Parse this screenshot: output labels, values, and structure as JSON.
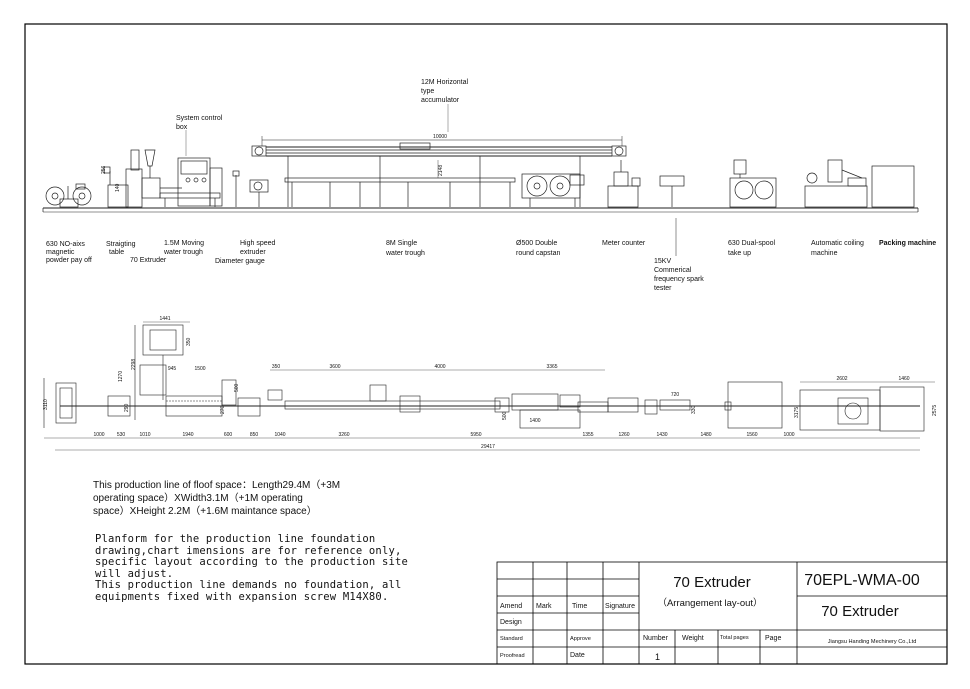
{
  "elevation_labels": {
    "payoff": [
      "630 NO-aixs",
      "magnetic",
      "powder pay off"
    ],
    "straightening_table": [
      "Straigting",
      "table"
    ],
    "extruder": "70 Extruder",
    "moving_trough": [
      "1.5M Moving",
      "water trough"
    ],
    "control_box": [
      "System control",
      "box"
    ],
    "high_speed_extruder": [
      "High speed",
      "extruder"
    ],
    "diameter_gauge": "Diameter gauge",
    "accumulator": [
      "12M Horizontal",
      "type",
      "accumulator"
    ],
    "water_trough": [
      "8M Single",
      "water trough"
    ],
    "capstan": [
      "Ø500 Double",
      "round capstan"
    ],
    "meter_counter": "Meter counter",
    "spark_tester": [
      "15KV",
      "Commerical",
      "frequency spark",
      "tester"
    ],
    "take_up": [
      "630 Dual-spool",
      "take up"
    ],
    "coiling": [
      "Automatic coiling",
      "machine"
    ],
    "packing": "Packing machine"
  },
  "elevation_dims": {
    "accumulator_length": "10000",
    "d256": "256",
    "d140": "140",
    "d2148": "2148"
  },
  "plan_dims": {
    "top": [
      "1441",
      "350",
      "3600",
      "4000",
      "3365",
      "1500",
      "945",
      "2602",
      "1460",
      "720",
      "1400"
    ],
    "bottom": [
      "1000",
      "530",
      "1010",
      "1940",
      "600",
      "850",
      "1040",
      "3260",
      "5950",
      "1355",
      "1260",
      "1430",
      "1480",
      "1560",
      "1000"
    ],
    "total": "29417",
    "vertical": [
      "3110",
      "2298",
      "1270",
      "290",
      "350",
      "500",
      "270",
      "330",
      "3175",
      "500",
      "2575"
    ]
  },
  "notes": {
    "floor_space": [
      "This production line of floof space：Length29.4M（+3M",
      "operating space）XWidth3.1M（+1M operating",
      "space）XHeight 2.2M（+1.6M maintance space）"
    ],
    "foundation": [
      "Planform for the production line foundation",
      "drawing,chart imensions are for reference only,",
      "specific layout according to the production site",
      "will adjust.",
      "This production line demands no foundation, all",
      "equipments fixed with expansion screw M14X80."
    ]
  },
  "title_block": {
    "title": "70 Extruder",
    "subtitle": "（Arrangement lay-out）",
    "drawing_no": "70EPL-WMA-00",
    "drawing_name": "70 Extruder",
    "company": "Jiangsu Handing Mechinery Co.,Ltd",
    "amend": "Amend",
    "mark": "Mark",
    "time": "Time",
    "signature": "Signature",
    "design": "Design",
    "standard": "Standard",
    "approve": "Approve",
    "proofread": "Proofread",
    "date": "Date",
    "number": "Number",
    "weight": "Weight",
    "total_pages": "Total pages",
    "page": "Page",
    "page_value": "1"
  }
}
